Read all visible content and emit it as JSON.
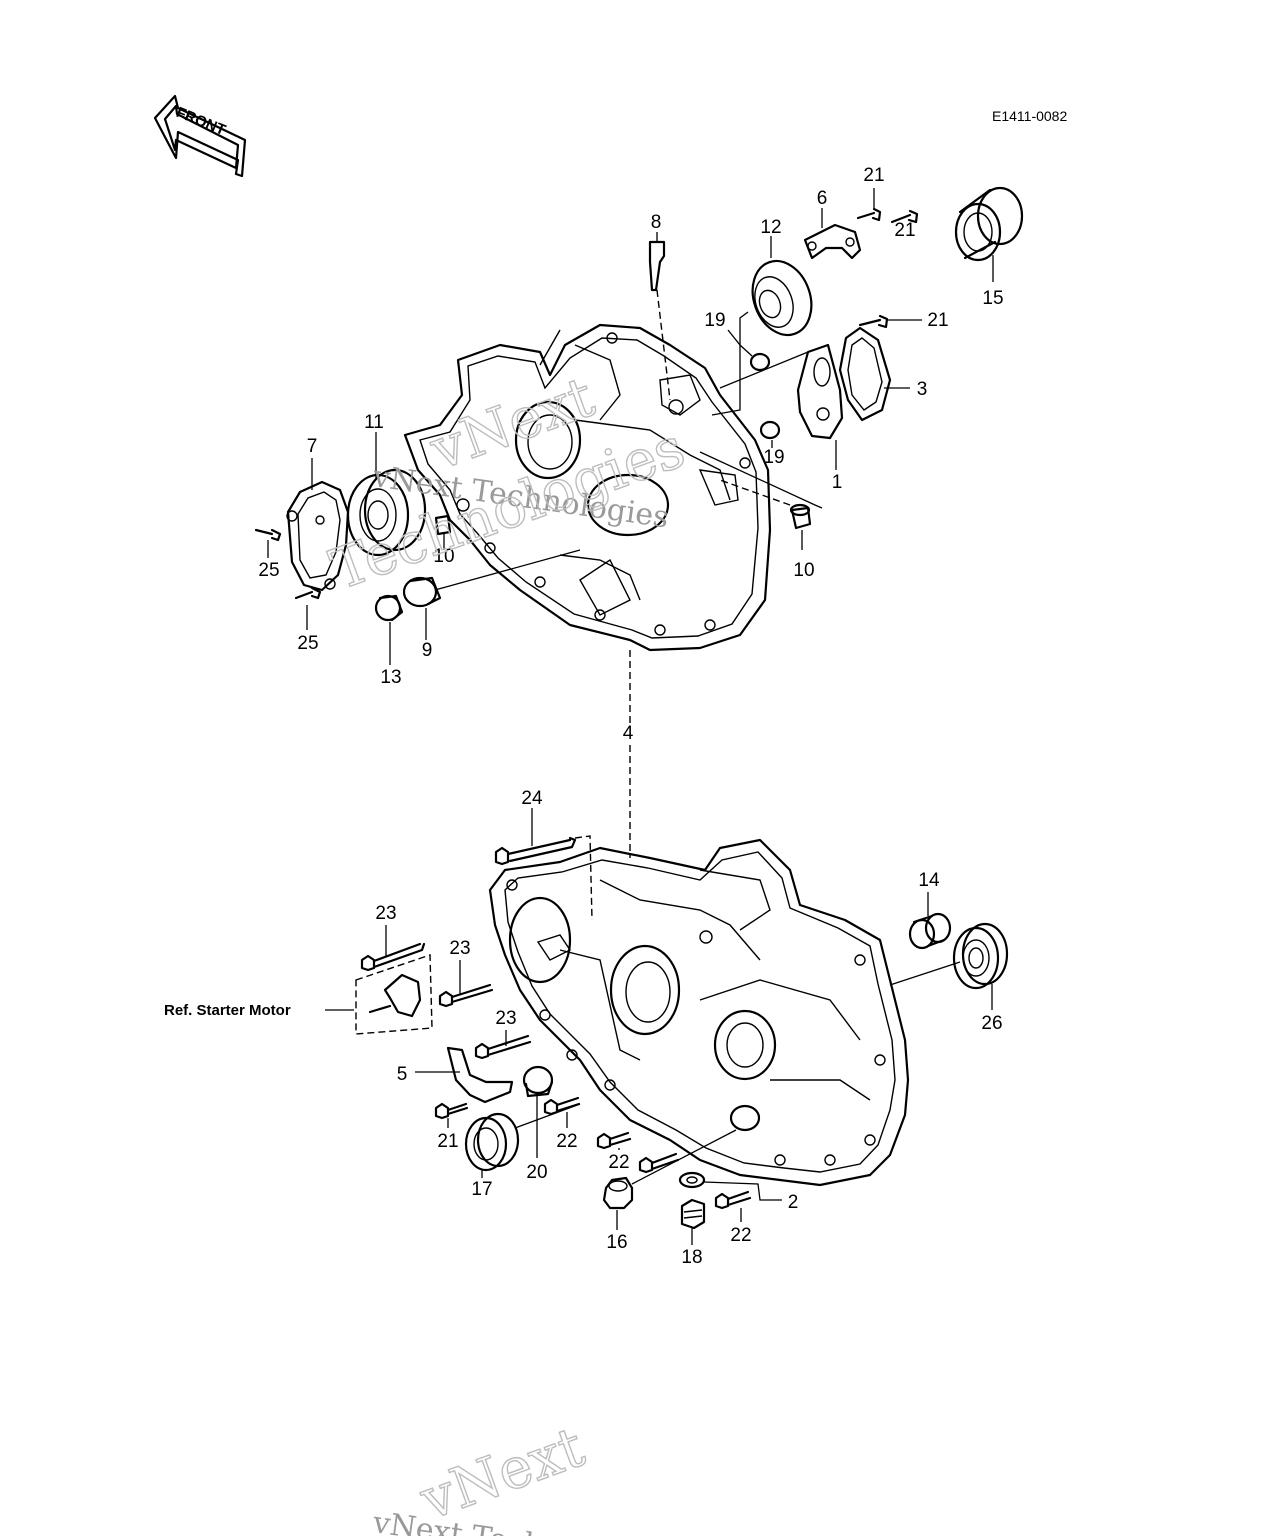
{
  "drawing_code": "E1411-0082",
  "front_arrow_text": "FRONT",
  "reference_note": "Ref. Starter Motor",
  "watermark_text_1": "vNext Technologies",
  "watermark_text_2": "vNext",
  "watermark_text_3": "Technologies",
  "callouts": [
    {
      "id": "c8",
      "label": "8"
    },
    {
      "id": "c12",
      "label": "12"
    },
    {
      "id": "c6",
      "label": "6"
    },
    {
      "id": "c21a",
      "label": "21"
    },
    {
      "id": "c21b",
      "label": "21"
    },
    {
      "id": "c15",
      "label": "15"
    },
    {
      "id": "c19a",
      "label": "19"
    },
    {
      "id": "c21c",
      "label": "21"
    },
    {
      "id": "c3",
      "label": "3"
    },
    {
      "id": "c19b",
      "label": "19"
    },
    {
      "id": "c1",
      "label": "1"
    },
    {
      "id": "c7",
      "label": "7"
    },
    {
      "id": "c11",
      "label": "11"
    },
    {
      "id": "c10a",
      "label": "10"
    },
    {
      "id": "c10b",
      "label": "10"
    },
    {
      "id": "c25a",
      "label": "25"
    },
    {
      "id": "c25b",
      "label": "25"
    },
    {
      "id": "c9",
      "label": "9"
    },
    {
      "id": "c13",
      "label": "13"
    },
    {
      "id": "c4",
      "label": "4"
    },
    {
      "id": "c24",
      "label": "24"
    },
    {
      "id": "c14",
      "label": "14"
    },
    {
      "id": "c23a",
      "label": "23"
    },
    {
      "id": "c23b",
      "label": "23"
    },
    {
      "id": "c23c",
      "label": "23"
    },
    {
      "id": "c26",
      "label": "26"
    },
    {
      "id": "c5",
      "label": "5"
    },
    {
      "id": "c21d",
      "label": "21"
    },
    {
      "id": "c22a",
      "label": "22"
    },
    {
      "id": "c20",
      "label": "20"
    },
    {
      "id": "c17",
      "label": "17"
    },
    {
      "id": "c22b",
      "label": "22"
    },
    {
      "id": "c2",
      "label": "2"
    },
    {
      "id": "c22c",
      "label": "22"
    },
    {
      "id": "c16",
      "label": "16"
    },
    {
      "id": "c18",
      "label": "18"
    }
  ]
}
